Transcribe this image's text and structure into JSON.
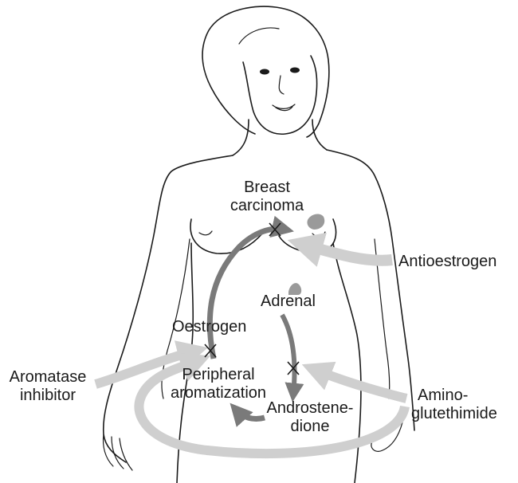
{
  "labels": {
    "breast_carcinoma": [
      "Breast",
      "carcinoma"
    ],
    "antioestrogen": "Antioestrogen",
    "adrenal": "Adrenal",
    "oestrogen": "Oestrogen",
    "peripheral_aromatization": [
      "Peripheral",
      "aromatization"
    ],
    "aromatase_inhibitor": [
      "Aromatase",
      "inhibitor"
    ],
    "androstenedione": [
      "Androstene-",
      "dione"
    ],
    "aminoglutethimide": [
      "Amino-",
      "glutethimide"
    ]
  },
  "colors": {
    "ink": "#1a1a1a",
    "pathway_arrow": "#7a7a7a",
    "drug_arrow": "#cfcfcf",
    "tumour": "#9a9a9a"
  }
}
